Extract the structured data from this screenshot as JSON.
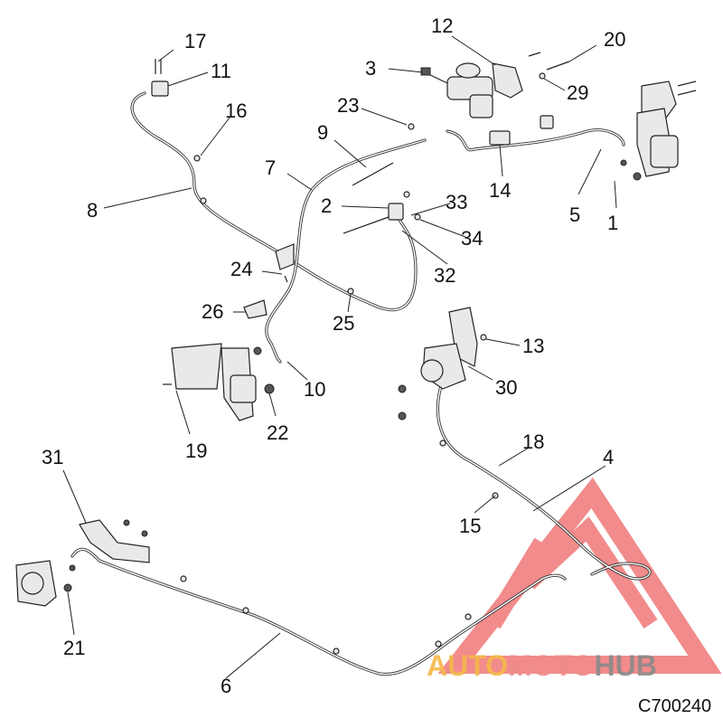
{
  "diagram": {
    "code": "C700240",
    "callouts": [
      "1",
      "2",
      "3",
      "4",
      "5",
      "6",
      "7",
      "8",
      "9",
      "10",
      "11",
      "12",
      "13",
      "14",
      "15",
      "16",
      "17",
      "18",
      "19",
      "20",
      "21",
      "22",
      "23",
      "24",
      "25",
      "26",
      "29",
      "30",
      "31",
      "32",
      "33",
      "34"
    ]
  },
  "watermark": {
    "part1": "AUTO",
    "part2": "MOTO",
    "part3": "HUB",
    "colors": {
      "auto": "#f5b94a",
      "moto": "#f08c8c",
      "hub": "#8a8a8a",
      "triangle": "#ef6f6f"
    }
  }
}
